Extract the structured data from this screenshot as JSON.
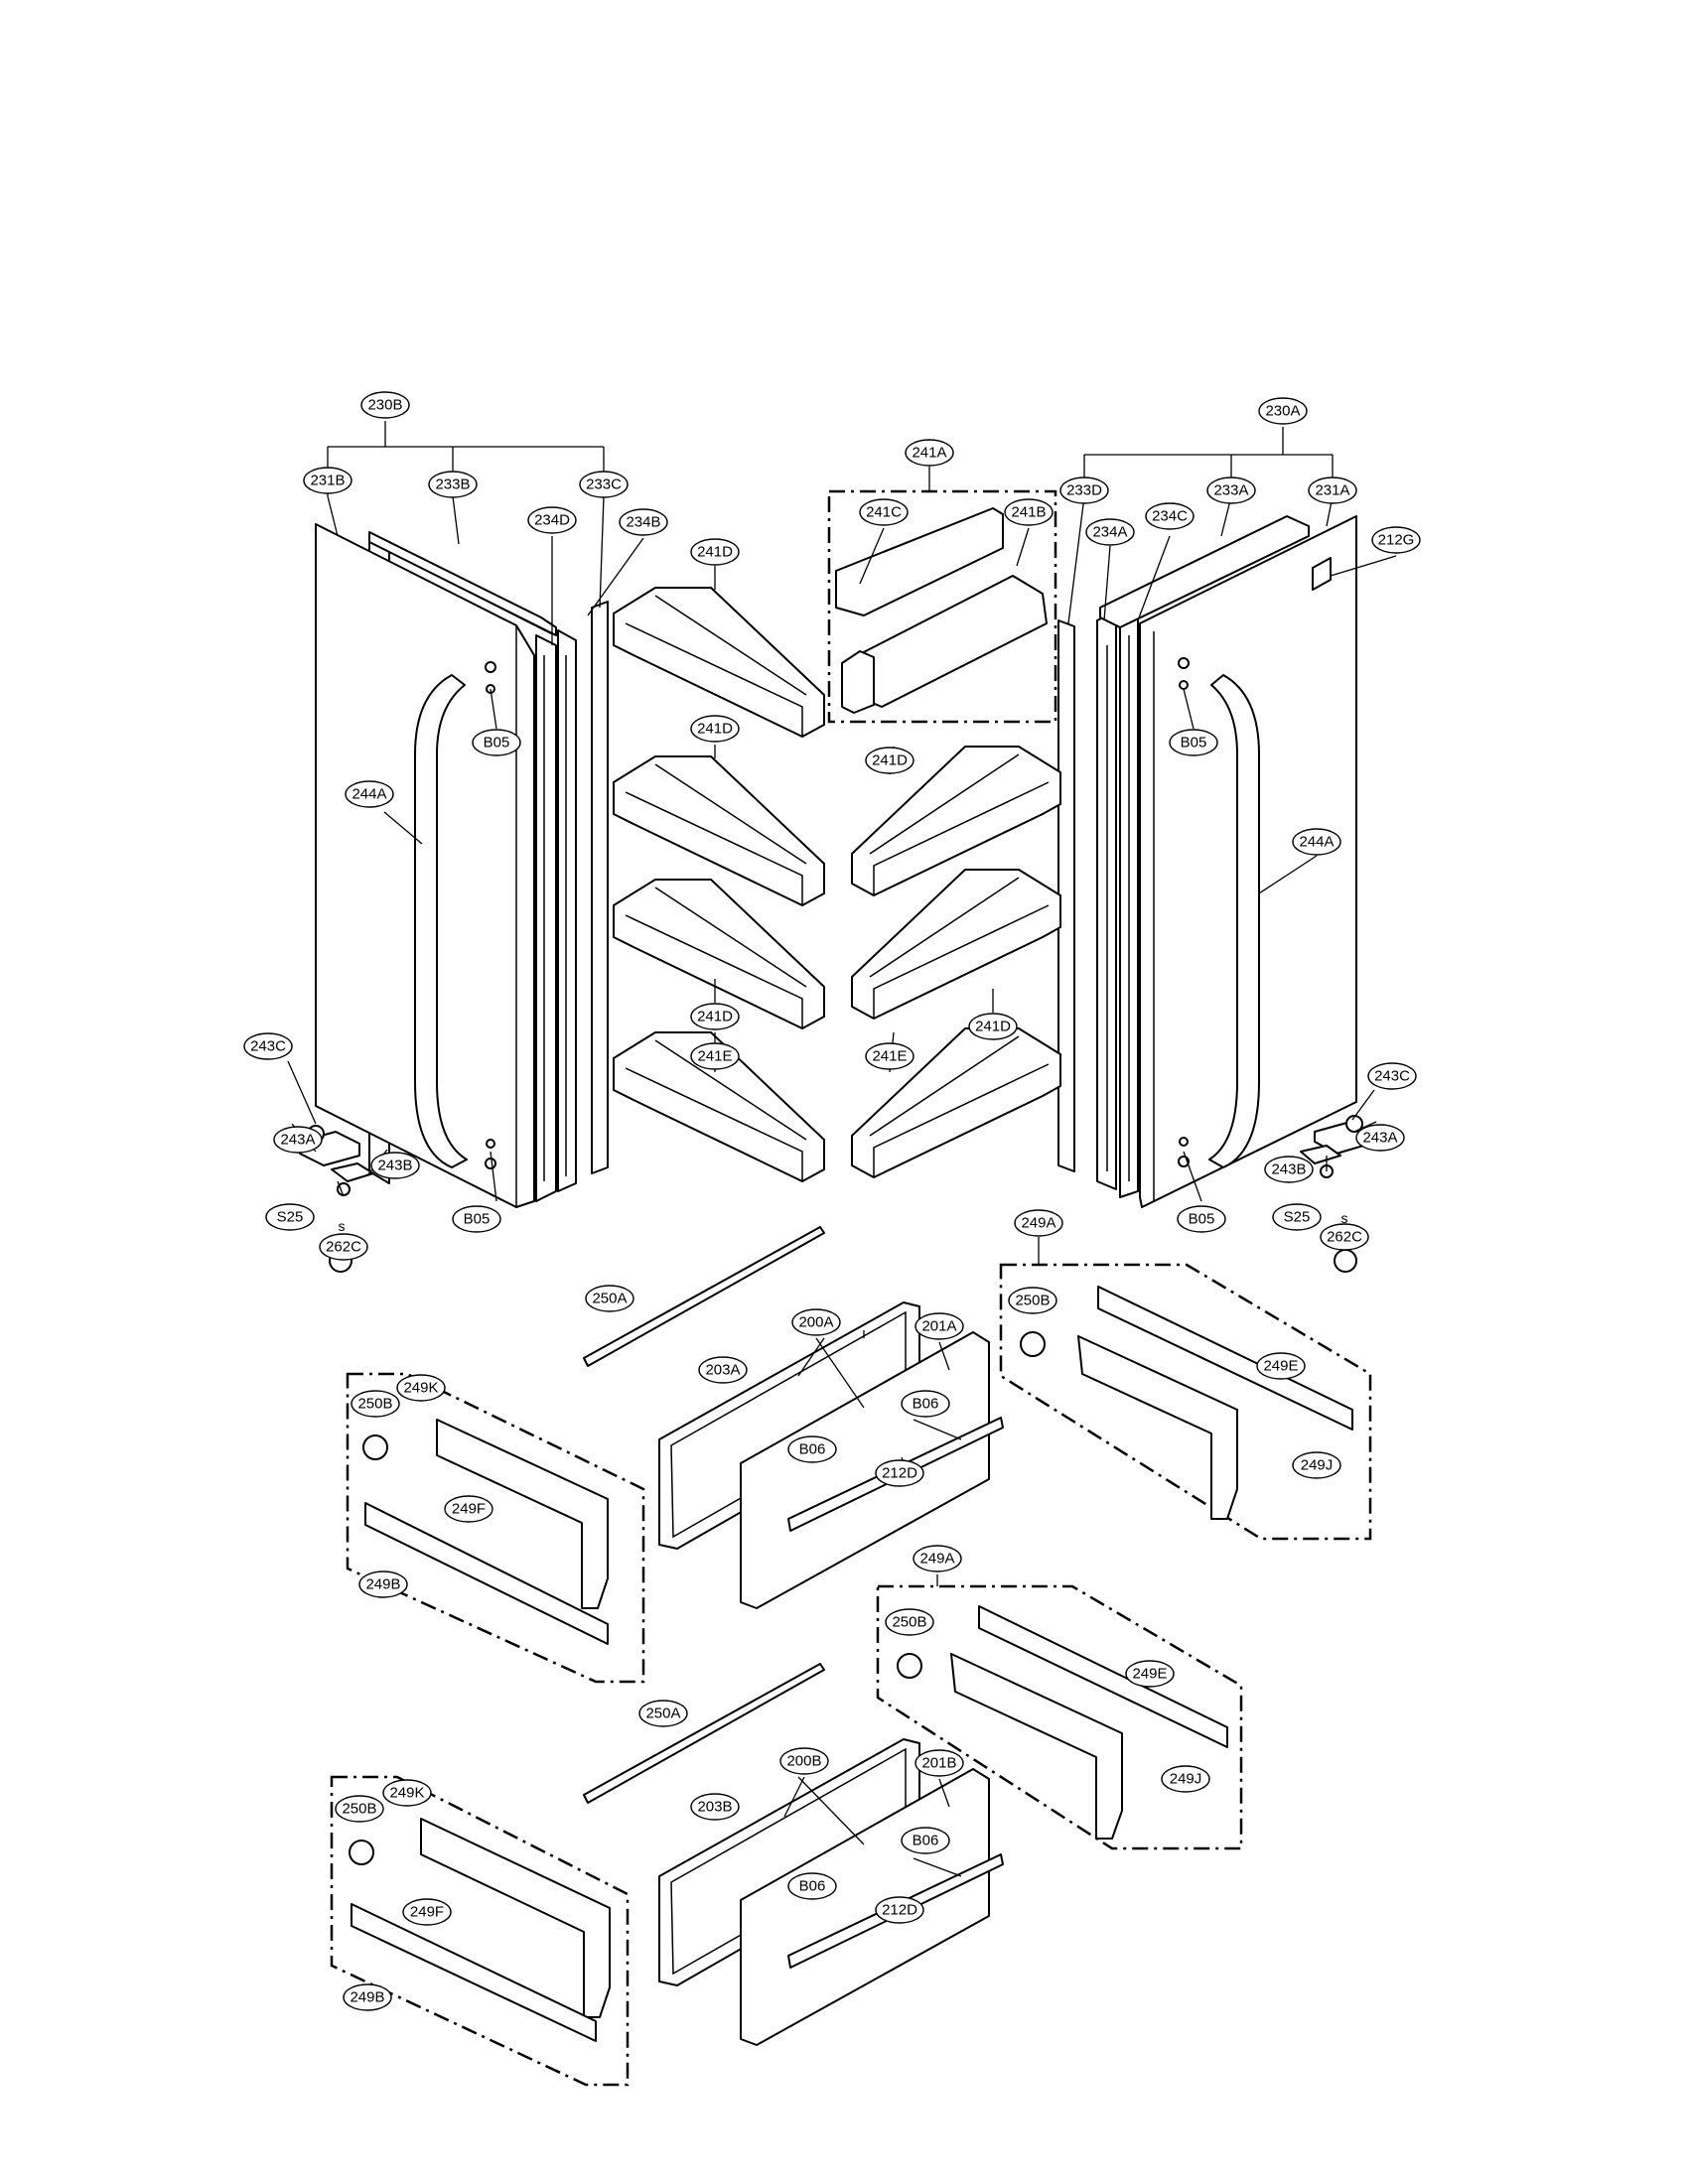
{
  "diagram": {
    "type": "exploded-parts-diagram",
    "labels": {
      "door_left": "230B",
      "gasket_left": "231B",
      "door_right": "230A",
      "gasket_right": "231A",
      "l_233B": "233B",
      "l_233C": "233C",
      "l_234D": "234D",
      "l_234B": "234B",
      "l_233D": "233D",
      "l_233A": "233A",
      "l_234A": "234A",
      "l_234C": "234C",
      "l_212G": "212G",
      "bin_assy": "241A",
      "l_241C": "241C",
      "l_241B": "241B",
      "l_241D_1": "241D",
      "l_241D_2": "241D",
      "l_241D_3": "241D",
      "l_241D_4": "241D",
      "l_241D_5": "241D",
      "l_241E_1": "241E",
      "l_241E_2": "241E",
      "l_244A_L": "244A",
      "l_244A_R": "244A",
      "l_B05_1": "B05",
      "l_B05_2": "B05",
      "l_B05_3": "B05",
      "l_B05_4": "B05",
      "l_243C_L": "243C",
      "l_243A_L": "243A",
      "l_243B_L": "243B",
      "l_S25_L": "S25",
      "l_262C_L": "262C",
      "l_243C_R": "243C",
      "l_243A_R": "243A",
      "l_243B_R": "243B",
      "l_S25_R": "S25",
      "l_262C_R": "262C",
      "s_L": "s",
      "s_R": "s",
      "l_250A_1": "250A",
      "l_250A_2": "250A",
      "l_200A": "200A",
      "l_201A": "201A",
      "l_203A": "203A",
      "l_B06_1": "B06",
      "l_B06_2": "B06",
      "l_212D_1": "212D",
      "l_200B": "200B",
      "l_201B": "201B",
      "l_203B": "203B",
      "l_B06_3": "B06",
      "l_B06_4": "B06",
      "l_212D_2": "212D",
      "l_249A_1": "249A",
      "l_249A_2": "249A",
      "l_250B_1": "250B",
      "l_250B_2": "250B",
      "l_250B_3": "250B",
      "l_250B_4": "250B",
      "l_249E_1": "249E",
      "l_249E_2": "249E",
      "l_249J_1": "249J",
      "l_249J_2": "249J",
      "l_249K_1": "249K",
      "l_249K_2": "249K",
      "l_249F_1": "249F",
      "l_249F_2": "249F",
      "l_249B_1": "249B",
      "l_249B_2": "249B"
    }
  }
}
